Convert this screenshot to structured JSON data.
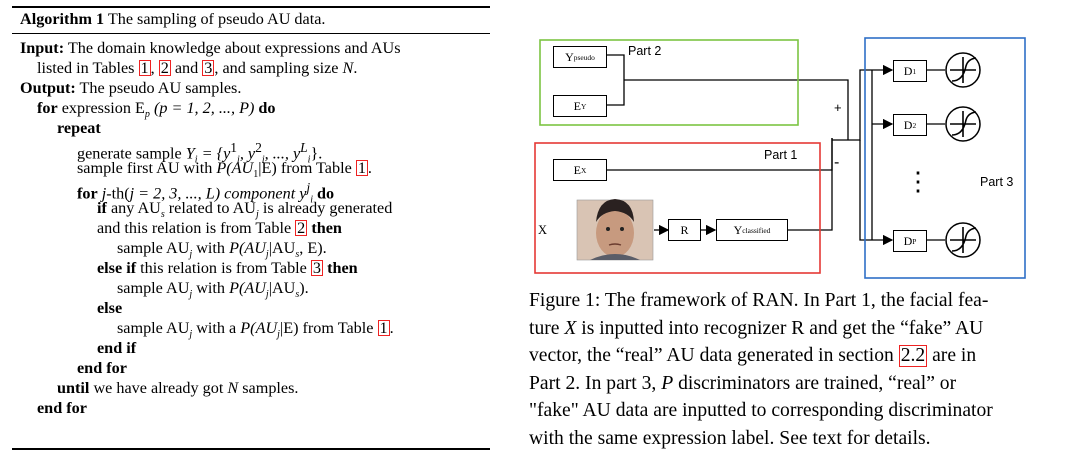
{
  "algorithm": {
    "label": "Algorithm 1",
    "title": "The sampling of pseudo AU data.",
    "input_label": "Input:",
    "input_text_1": "The domain knowledge about expressions and AUs",
    "input_text_2a": "listed in Tables",
    "ref_1": "1",
    "sep_1": ",",
    "ref_2": "2",
    "and_1": "and",
    "ref_3": "3",
    "input_text_2b": ", and sampling size",
    "var_N": "N",
    "period": ".",
    "output_label": "Output:",
    "output_text": "The pseudo AU samples.",
    "kw_for": "for",
    "kw_do": "do",
    "kw_repeat": "repeat",
    "kw_if": "if",
    "kw_then": "then",
    "kw_else_if": "else if",
    "kw_else": "else",
    "kw_end_if": "end if",
    "kw_end_for": "end for",
    "kw_until": "until",
    "l_for_expr_a": "expression E",
    "l_for_expr_b": "(p = 1, 2, ..., P)",
    "l_gen": "generate sample",
    "l_gen_math": "Y",
    "l_gen_math_b": "= {y",
    "l_gen_math_c": ", y",
    "l_gen_math_d": ", ..., y",
    "l_gen_math_e": "}.",
    "l_sample_first_a": "sample first AU with",
    "l_sample_first_b": "P(AU",
    "l_sample_first_c": "|E) from Table",
    "l_for_j_a": "j",
    "l_for_j_b": "-th(",
    "l_for_j_c": "j",
    "l_for_j_d": "= 2, 3, ..., L) component",
    "l_for_j_e": "y",
    "l_if_a": "any AU",
    "l_if_b": "related to AU",
    "l_if_c": "is already generated",
    "l_rel_a": "and this relation is from Table",
    "l_samp1_a": "sample AU",
    "l_samp1_b": "with",
    "l_samp1_c": "P(AU",
    "l_samp1_d": "|AU",
    "l_samp1_e": ", E).",
    "l_elif_a": "this relation is from Table",
    "l_samp2_e": ").",
    "l_samp3_b": "with a",
    "l_samp3_d": "|E) from Table",
    "l_until": "we have already got",
    "l_until_b": "samples.",
    "sub_p": "p",
    "sub_i": "i",
    "sub_1": "1",
    "sub_s": "s",
    "sub_j": "j",
    "sup_1": "1",
    "sup_2": "2",
    "sup_L": "L",
    "sup_j": "j"
  },
  "figure": {
    "part1": "Part 1",
    "part2": "Part 2",
    "part3": "Part 3",
    "y_pseudo_main": "Y",
    "y_pseudo_sub": "pseudo",
    "e_y_main": "E",
    "e_y_sub": "Y",
    "e_x_main": "E",
    "e_x_sub": "X",
    "x_label": "X",
    "r_label": "R",
    "y_cls_main": "Y",
    "y_cls_sub": "classified",
    "plus": "+",
    "minus": "-",
    "d1_main": "D",
    "d1_sub": "1",
    "d2_main": "D",
    "d2_sub": "2",
    "dp_main": "D",
    "dp_sub": "P",
    "dots": "⋮"
  },
  "caption": {
    "l1": "Figure 1: The framework of RAN. In Part 1, the facial fea-",
    "l2a": "ture",
    "l2_X": "X",
    "l2b": "is inputted into recognizer R and get the “fake” AU",
    "l3a": "vector, the “real” AU data generated in section",
    "l3_ref": "2.2",
    "l3b": "are in",
    "l4a": "Part 2.  In part 3,",
    "l4_P": "P",
    "l4b": "discriminators are trained, “real” or",
    "l5": "\"fake\" AU data are inputted to corresponding discriminator",
    "l6": "with the same expression label. See text for details."
  },
  "colors": {
    "part1_border": "#e53935",
    "part2_border": "#7cc443",
    "part3_border": "#2f6fc7",
    "ref_box": "#ee2222"
  }
}
